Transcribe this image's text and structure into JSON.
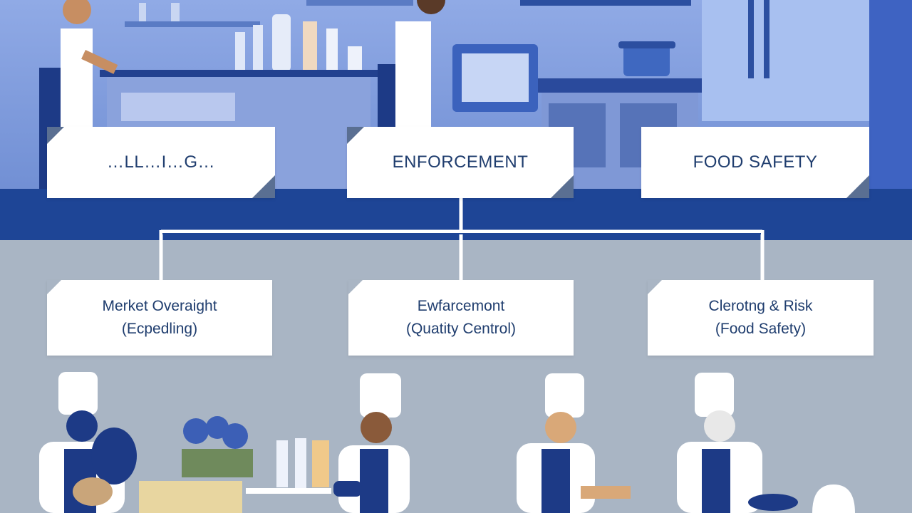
{
  "top_boxes": [
    {
      "label": "…LL…I…G…"
    },
    {
      "label": "ENFORCEMENT"
    },
    {
      "label": "FOOD SAFETY"
    }
  ],
  "sub_boxes": [
    {
      "line1": "Merket Overaight",
      "line2": "(Ecpedling)"
    },
    {
      "line1": "Ewfarcemont",
      "line2": "(Quatity Centrol)"
    },
    {
      "line1": "Clerotng & Risk",
      "line2": "(Food Safety)"
    }
  ],
  "colors": {
    "kitchen_bg": "#6f8fd6",
    "band": "#1e4596",
    "floor": "#a9b5c4",
    "box_text": "#1f3d6e",
    "connector": "#ffffff"
  }
}
